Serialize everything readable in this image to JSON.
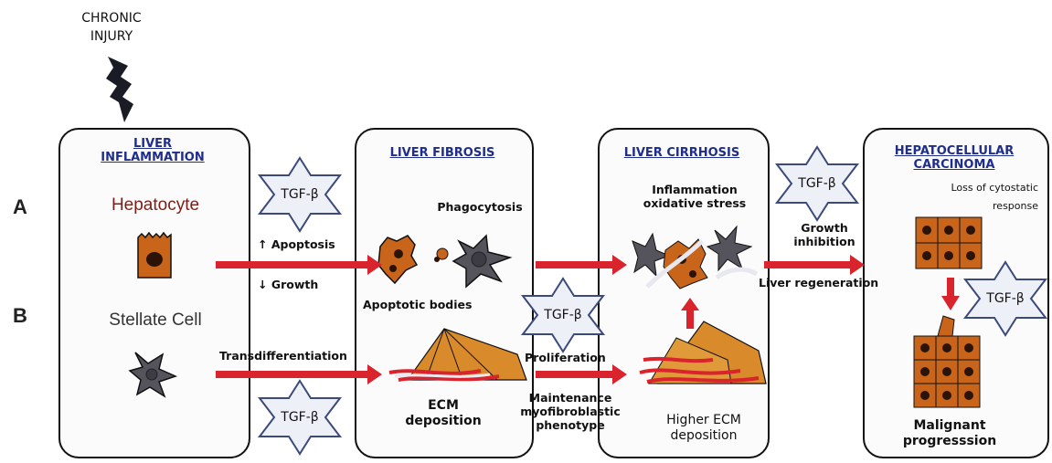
{
  "injury": {
    "line1": "CHRONIC",
    "line2": "INJURY"
  },
  "rows": {
    "a": "A",
    "b": "B"
  },
  "panels": {
    "inflammation": {
      "title1": "LIVER",
      "title2": "INFLAMMATION",
      "hepatocyte": "Hepatocyte",
      "stellate": "Stellate Cell"
    },
    "fibrosis": {
      "title": "LIVER FIBROSIS",
      "phagocytosis": "Phagocytosis",
      "apoptotic": "Apoptotic bodies",
      "ecm1": "ECM",
      "ecm2": "deposition"
    },
    "cirrhosis": {
      "title": "LIVER CIRRHOSIS",
      "infl1": "Inflammation",
      "infl2": "oxidative stress",
      "ecm1": "Higher ECM",
      "ecm2": "deposition"
    },
    "hcc": {
      "title1": "HEPATOCELLULAR",
      "title2": "CARCINOMA",
      "loss1": "Loss of cytostatic",
      "loss2": "response",
      "mal1": "Malignant",
      "mal2": "progresssion"
    }
  },
  "arrows": {
    "apoptosis": "Apoptosis",
    "growth": "Growth",
    "transdiff": "Transdifferentiation",
    "proliferation": "Proliferation",
    "maint1": "Maintenance",
    "maint2": "myofibroblastic",
    "maint3": "phenotype",
    "growthinh1": "Growth",
    "growthinh2": "inhibition",
    "regen": "Liver regeneration"
  },
  "tgf": "TGF-β",
  "colors": {
    "arrow": "#d9232d",
    "title": "#1f2d8c",
    "cell": "#c8651b",
    "stellate": "#55535c",
    "star_border": "#3b4a7a"
  }
}
